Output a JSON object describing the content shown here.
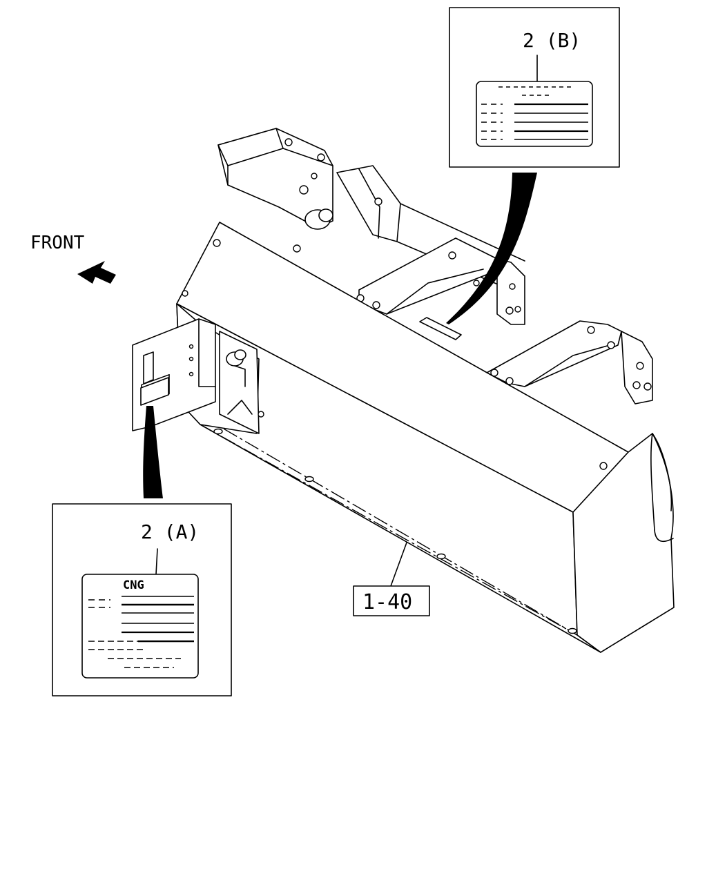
{
  "orientation": {
    "label": "FRONT"
  },
  "callout_b": {
    "label": "2 (B)"
  },
  "callout_a": {
    "label": "2 (A)",
    "plate_title": "CNG"
  },
  "part_ref": {
    "label": "1-40"
  }
}
